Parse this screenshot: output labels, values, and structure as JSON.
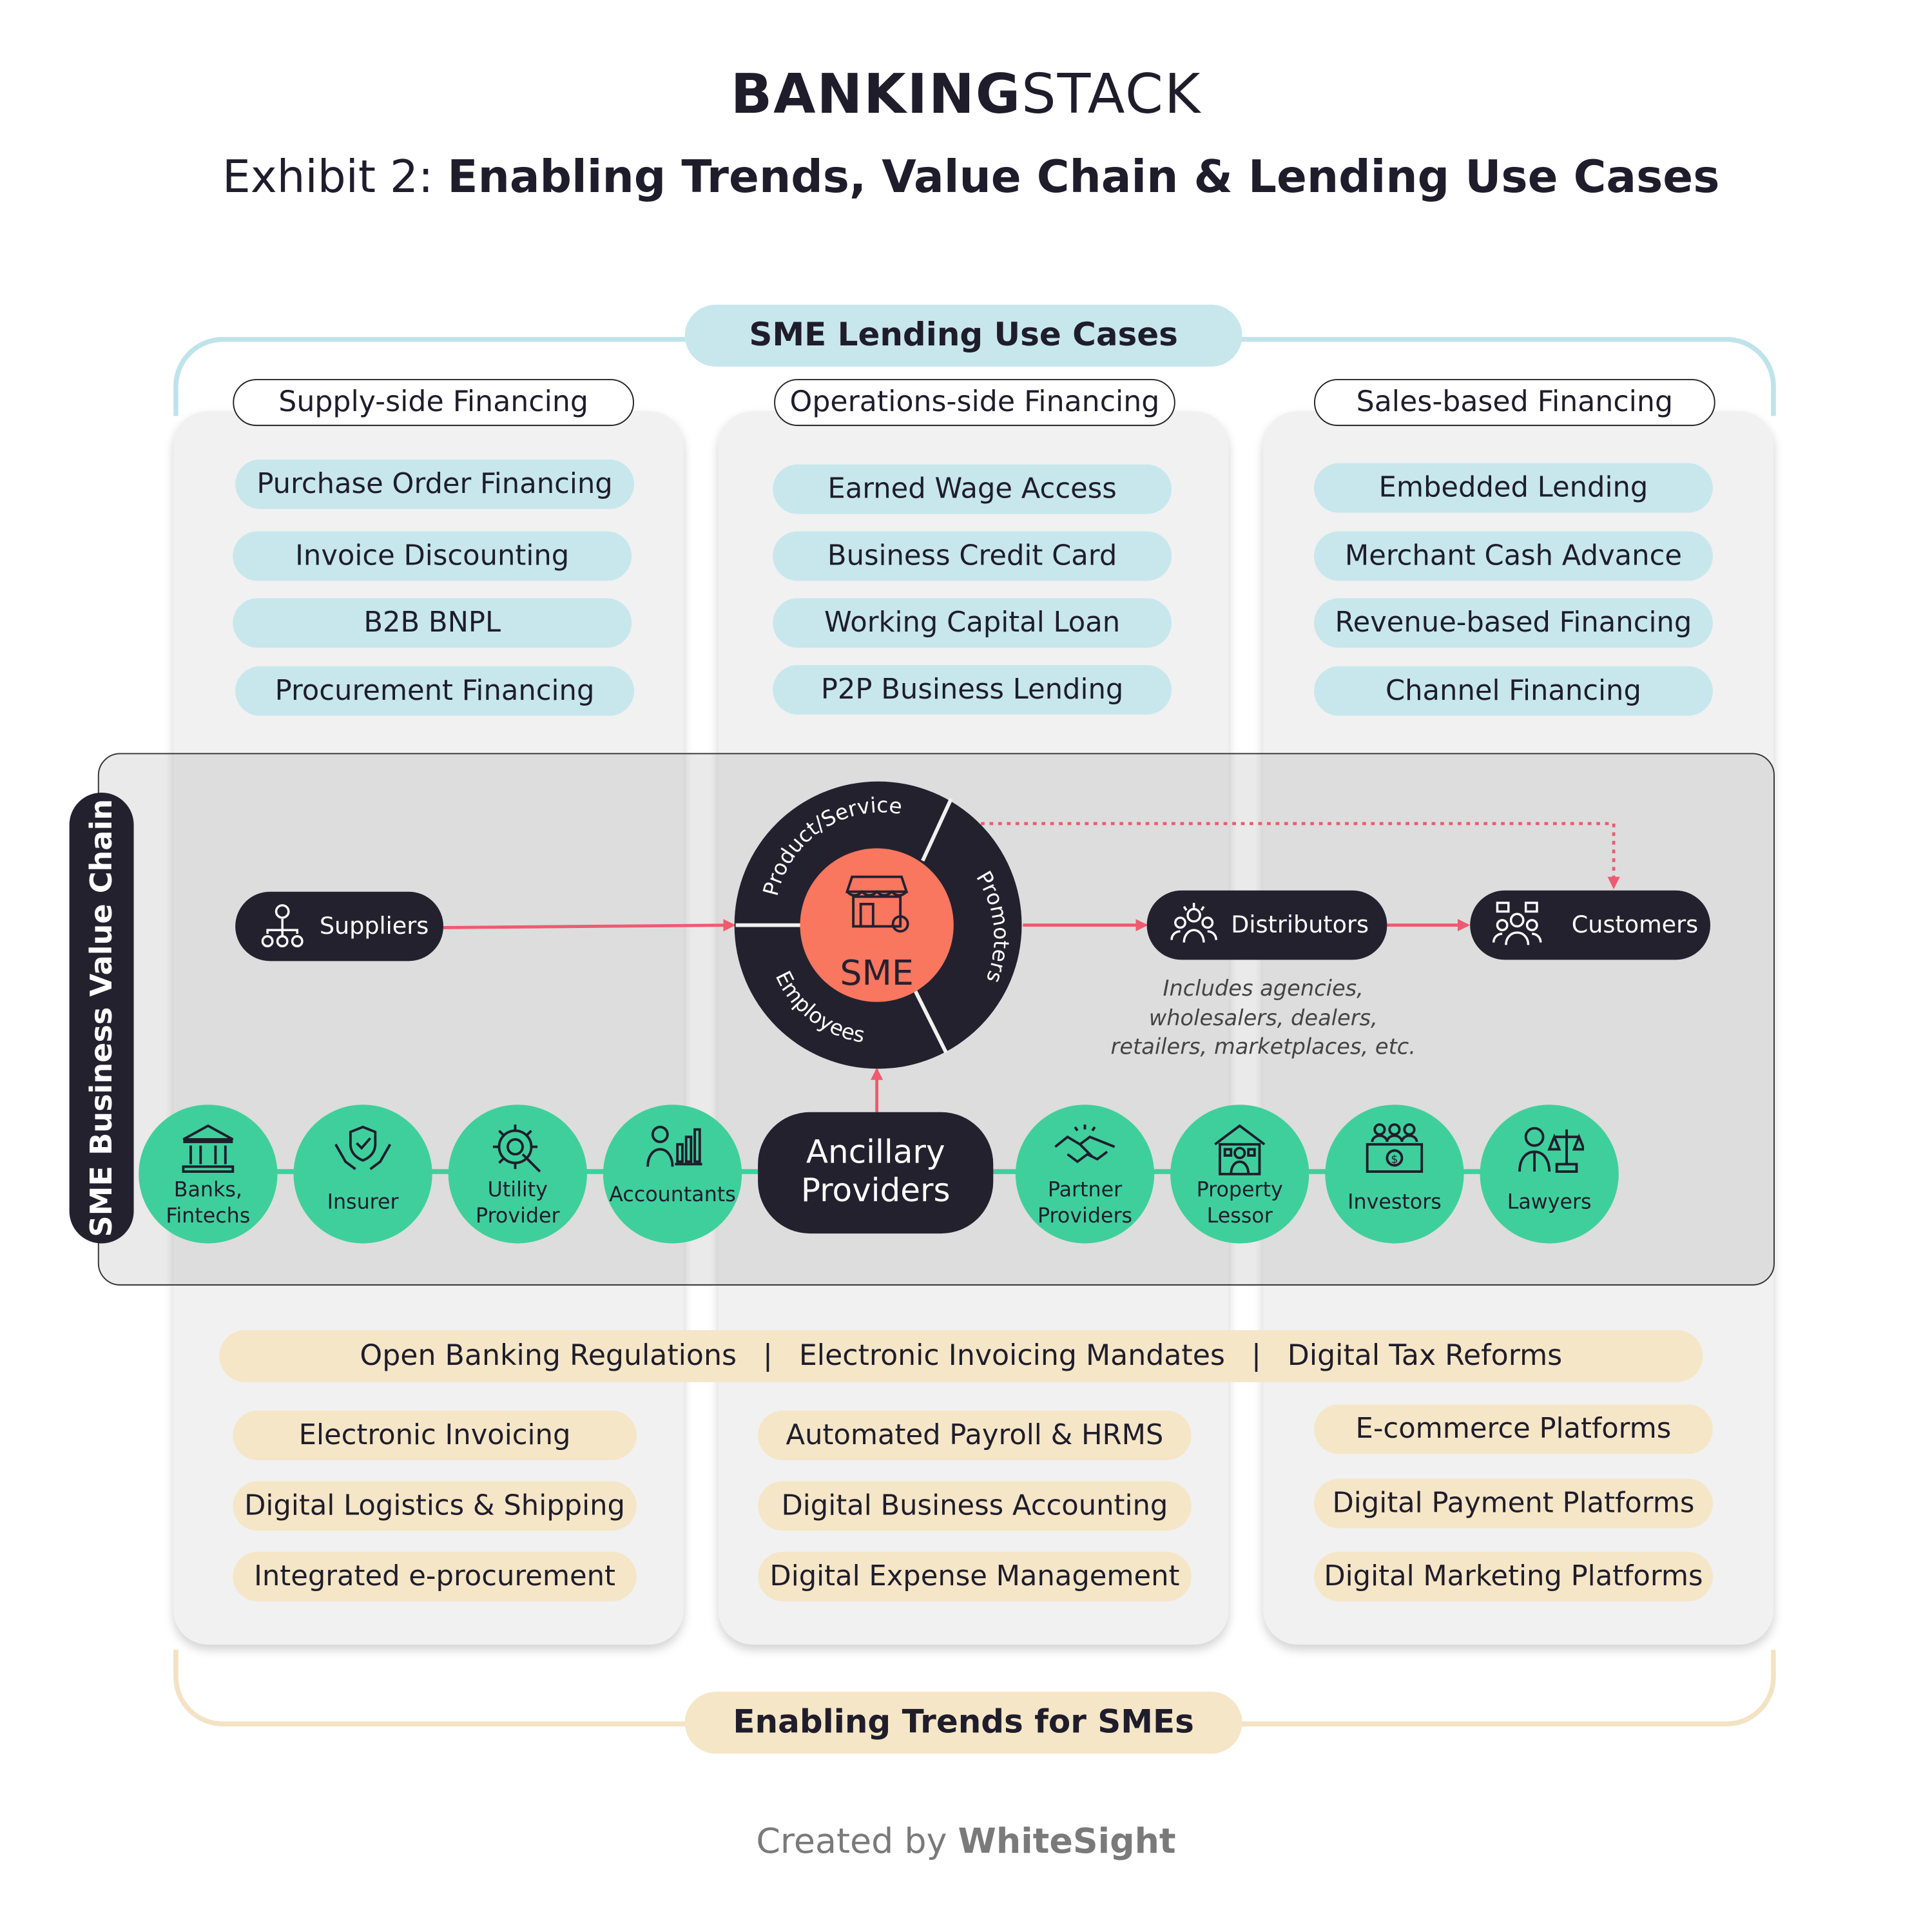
{
  "logo": {
    "bold": "BANKING",
    "light": "STACK"
  },
  "exhibit": {
    "prefix": "Exhibit 2: ",
    "title": "Enabling Trends, Value Chain & Lending Use Cases"
  },
  "use_cases": {
    "heading": "SME Lending Use Cases",
    "columns": [
      {
        "title": "Supply-side Financing",
        "items": [
          "Purchase Order Financing",
          "Invoice Discounting",
          "B2B BNPL",
          "Procurement Financing"
        ]
      },
      {
        "title": "Operations-side Financing",
        "items": [
          "Earned Wage Access",
          "Business Credit Card",
          "Working Capital Loan",
          "P2P Business Lending"
        ]
      },
      {
        "title": "Sales-based Financing",
        "items": [
          "Embedded Lending",
          "Merchant Cash Advance",
          "Revenue-based Financing",
          "Channel Financing"
        ]
      }
    ]
  },
  "value_chain": {
    "label": "SME Business Value Chain",
    "center": {
      "label": "SME",
      "segments": [
        "Product/Service",
        "Promoters",
        "Employees"
      ]
    },
    "suppliers": "Suppliers",
    "distributors": "Distributors",
    "customers": "Customers",
    "distributors_note": [
      "Includes agencies,",
      "wholesalers, dealers,",
      "retailers, marketplaces, etc."
    ],
    "ancillary": [
      "Ancillary",
      "Providers"
    ],
    "providers": [
      {
        "label": [
          "Banks,",
          "Fintechs"
        ],
        "icon": "bank-icon"
      },
      {
        "label": [
          "Insurer"
        ],
        "icon": "shield-hands-icon"
      },
      {
        "label": [
          "Utility",
          "Provider"
        ],
        "icon": "gear-wrench-icon"
      },
      {
        "label": [
          "Accountants"
        ],
        "icon": "accountant-chart-icon"
      },
      {
        "label": [
          "Partner",
          "Providers"
        ],
        "icon": "handshake-icon"
      },
      {
        "label": [
          "Property",
          "Lessor"
        ],
        "icon": "house-person-icon"
      },
      {
        "label": [
          "Investors"
        ],
        "icon": "investors-money-icon"
      },
      {
        "label": [
          "Lawyers"
        ],
        "icon": "lawyer-scales-icon"
      }
    ]
  },
  "trends": {
    "heading": "Enabling Trends for SMEs",
    "regulations": [
      "Open Banking Regulations",
      "Electronic Invoicing Mandates",
      "Digital Tax Reforms"
    ],
    "separator": "|",
    "columns": [
      {
        "items": [
          "Electronic Invoicing",
          "Digital Logistics & Shipping",
          "Integrated e-procurement"
        ]
      },
      {
        "items": [
          "Automated Payroll & HRMS",
          "Digital Business Accounting",
          "Digital Expense Management"
        ]
      },
      {
        "items": [
          "E-commerce Platforms",
          "Digital Payment Platforms",
          "Digital Marketing Platforms"
        ]
      }
    ]
  },
  "footer": {
    "prefix": "Created by ",
    "brand": "WhiteSight"
  },
  "colors": {
    "dark": "#24212f",
    "blue": "#c7e7ec",
    "tan": "#f5e6c7",
    "green": "#3fcf9d",
    "coral": "#f9765f",
    "arrow": "#ef5a6f"
  }
}
